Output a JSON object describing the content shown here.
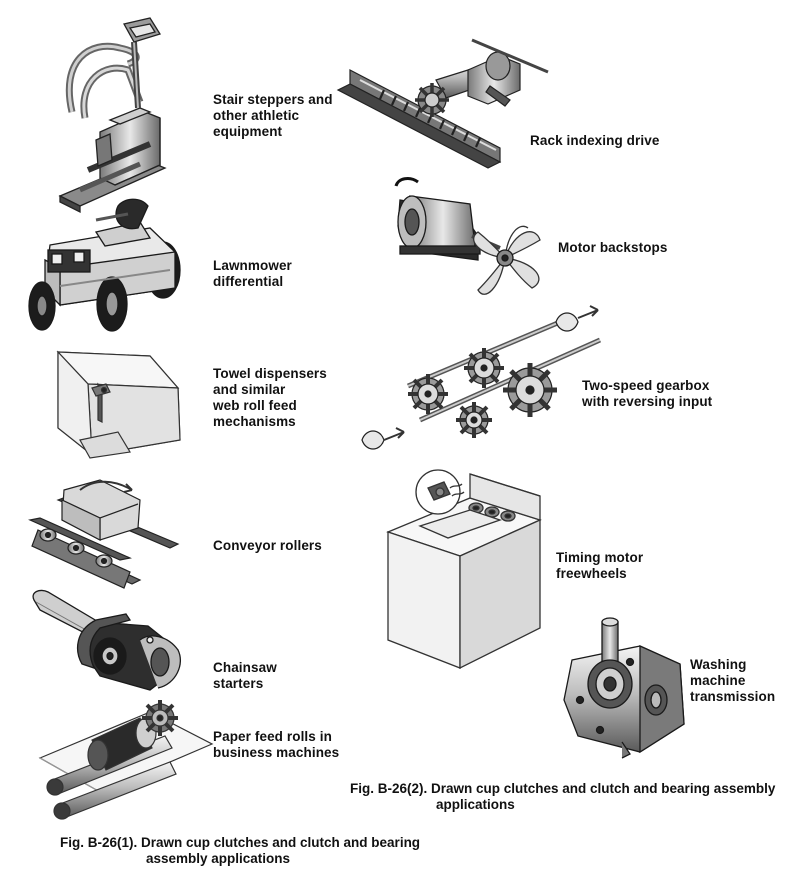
{
  "left_column": {
    "items": [
      {
        "id": "stair",
        "icon": "stair-stepper-icon",
        "lines": [
          "Stair steppers and",
          "other athletic",
          "equipment"
        ]
      },
      {
        "id": "mower",
        "icon": "lawnmower-icon",
        "lines": [
          "Lawnmower",
          "differential"
        ]
      },
      {
        "id": "towel",
        "icon": "towel-dispenser-icon",
        "lines": [
          "Towel dispensers",
          "and similar",
          "web roll feed",
          "mechanisms"
        ]
      },
      {
        "id": "conveyor",
        "icon": "conveyor-rollers-icon",
        "lines": [
          "Conveyor rollers"
        ]
      },
      {
        "id": "chainsaw",
        "icon": "chainsaw-icon",
        "lines": [
          "Chainsaw",
          "starters"
        ]
      },
      {
        "id": "paper",
        "icon": "paper-feed-rolls-icon",
        "lines": [
          "Paper feed rolls in",
          "business machines"
        ]
      }
    ],
    "caption": {
      "label": "Fig. B-26(1).",
      "lines": [
        "Fig. B-26(1).  Drawn cup clutches and clutch and bearing",
        "assembly applications"
      ]
    }
  },
  "right_column": {
    "items": [
      {
        "id": "rack",
        "icon": "rack-indexing-drive-icon",
        "lines": [
          "Rack indexing drive"
        ]
      },
      {
        "id": "motor",
        "icon": "motor-fan-icon",
        "lines": [
          "Motor backstops"
        ]
      },
      {
        "id": "gearbox",
        "icon": "gearbox-icon",
        "lines": [
          "Two-speed gearbox",
          "with reversing input"
        ]
      },
      {
        "id": "timing",
        "icon": "washing-machine-icon",
        "lines": [
          "Timing motor",
          "freewheels"
        ]
      },
      {
        "id": "washtrans",
        "icon": "transmission-housing-icon",
        "lines": [
          "Washing",
          "machine",
          "transmission"
        ]
      }
    ],
    "caption": {
      "label": "Fig. B-26(2).",
      "lines": [
        "Fig. B-26(2).  Drawn cup clutches and clutch and bearing assembly",
        "applications"
      ]
    }
  },
  "colors": {
    "ink": "#111111",
    "metal_light": "#d6d6d6",
    "metal_mid": "#9a9a9a",
    "metal_dark": "#4a4a4a",
    "tire": "#1c1c1c",
    "paper": "#f2f2f2"
  }
}
